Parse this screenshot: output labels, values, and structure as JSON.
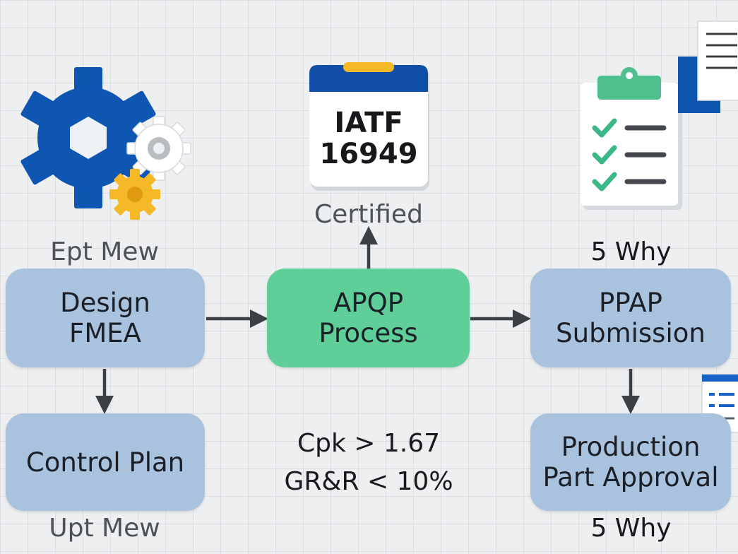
{
  "badge": {
    "line1": "IATF",
    "line2": "16949",
    "caption": "Certified"
  },
  "captions": {
    "top_left": "Ept Mew",
    "bottom_left": "Upt Mew",
    "top_right": "5 Why",
    "bottom_right": "5 Why"
  },
  "nodes": {
    "design_fmea": [
      "Design",
      "FMEA"
    ],
    "control_plan": [
      "Control Plan"
    ],
    "apqp": [
      "APQP",
      "Process"
    ],
    "ppap": [
      "PPAP",
      "Submission"
    ],
    "production": [
      "Production",
      "Part Approval"
    ]
  },
  "metrics": {
    "cpk": "Cpk > 1.67",
    "grr": "GR&R < 10%"
  },
  "colors": {
    "node_blue": "#a9c2de",
    "node_green": "#5fce98",
    "gear_blue": "#0f55b2",
    "gear_yellow": "#f5b928",
    "check_green": "#3cb886",
    "badge_header": "#0f4fa8"
  },
  "icons": [
    "gears-icon",
    "certificate-badge-icon",
    "checklist-clipboard-icon",
    "document-icon",
    "form-icon"
  ]
}
